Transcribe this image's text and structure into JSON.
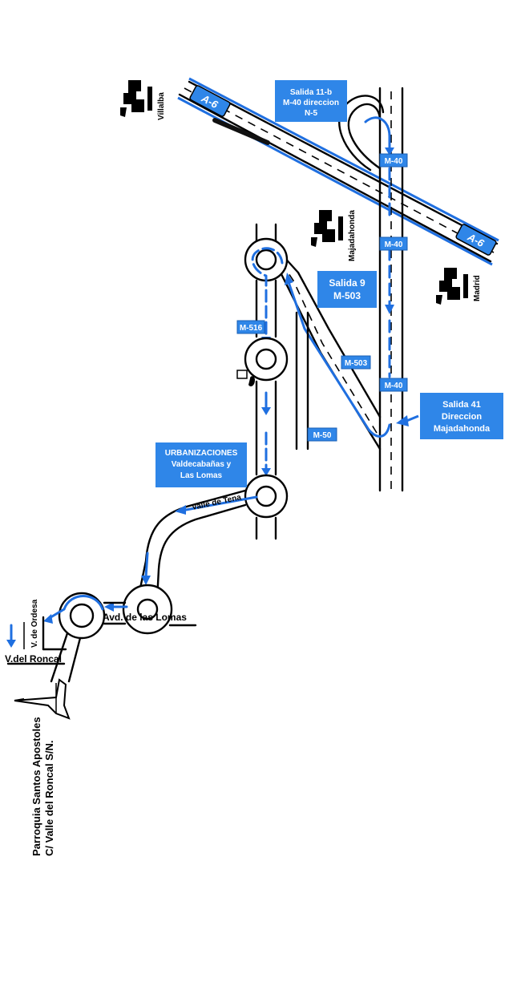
{
  "map": {
    "highway_sign": "A-6",
    "cities": {
      "villalba": "Villalba",
      "majadahonda": "Majadahonda",
      "madrid": "Madrid"
    },
    "info_boxes": {
      "salida_11b": [
        "Salida 11-b",
        "M-40 direccion",
        "N-5"
      ],
      "salida_9": [
        "Salida 9",
        "M-503"
      ],
      "salida_41": [
        "Salida 41",
        "Direccion",
        "Majadahonda"
      ],
      "urbanizaciones": [
        "URBANIZACIONES",
        "Valdecabañas y",
        "Las Lomas"
      ]
    },
    "road_shields": {
      "m40_a": "M-40",
      "m40_b": "M-40",
      "m40_c": "M-40",
      "m516": "M-516",
      "m503": "M-503",
      "m50": "M-50"
    },
    "street_labels": {
      "valle_de_tena": "Valle de Tena",
      "avd_de_las_lomas": "Avd. de las Lomas",
      "v_de_ordesa": "V. de Ordesa",
      "v_del_roncal": "V.del Roncal"
    },
    "destination": [
      "Parroquia  Santos Apostoles",
      "C/ Valle del Roncal S/N."
    ],
    "colors": {
      "route": "#1f6fe0",
      "box": "#2f86e8"
    }
  }
}
